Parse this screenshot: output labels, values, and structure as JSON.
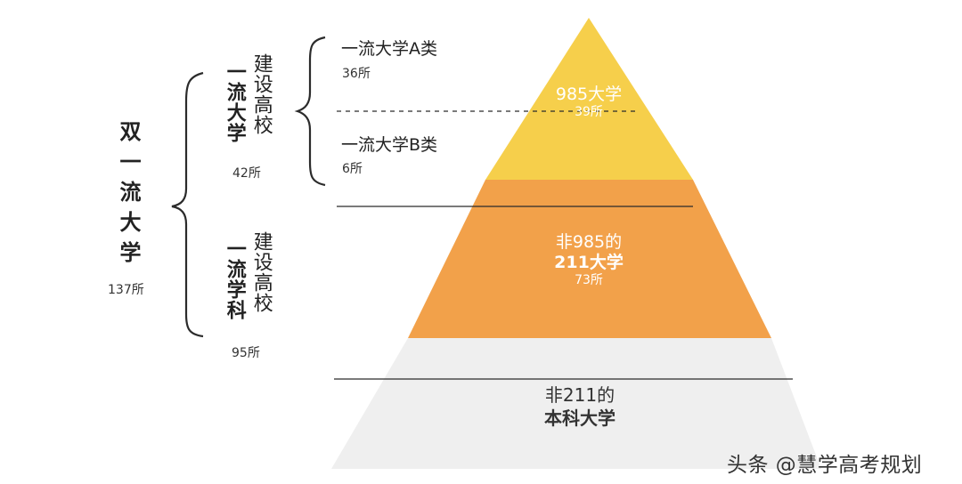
{
  "left_group": {
    "title": "双一流大学",
    "count": "137所"
  },
  "university_group": {
    "title_bold": "一流大学",
    "title_light": "建设高校",
    "count": "42所",
    "category_a": {
      "title": "一流大学A类",
      "count": "36所"
    },
    "category_b": {
      "title": "一流大学B类",
      "count": "6所"
    }
  },
  "discipline_group": {
    "title_bold": "一流学科",
    "title_light": "建设高校",
    "count": "95所"
  },
  "pyramid": {
    "tier_985": {
      "label": "985大学",
      "count": "39所",
      "color": "#f6cf4b"
    },
    "tier_211": {
      "label_line1": "非985的",
      "label_line2": "211大学",
      "count": "73所",
      "color": "#f2a14a"
    },
    "tier_other": {
      "label_line1": "非211的",
      "label_line2": "本科大学",
      "color": "#efefef"
    }
  },
  "watermark": "头条 @慧学高考规划",
  "colors": {
    "divider": "#2b2b2b",
    "bracket": "#2b2b2b"
  }
}
